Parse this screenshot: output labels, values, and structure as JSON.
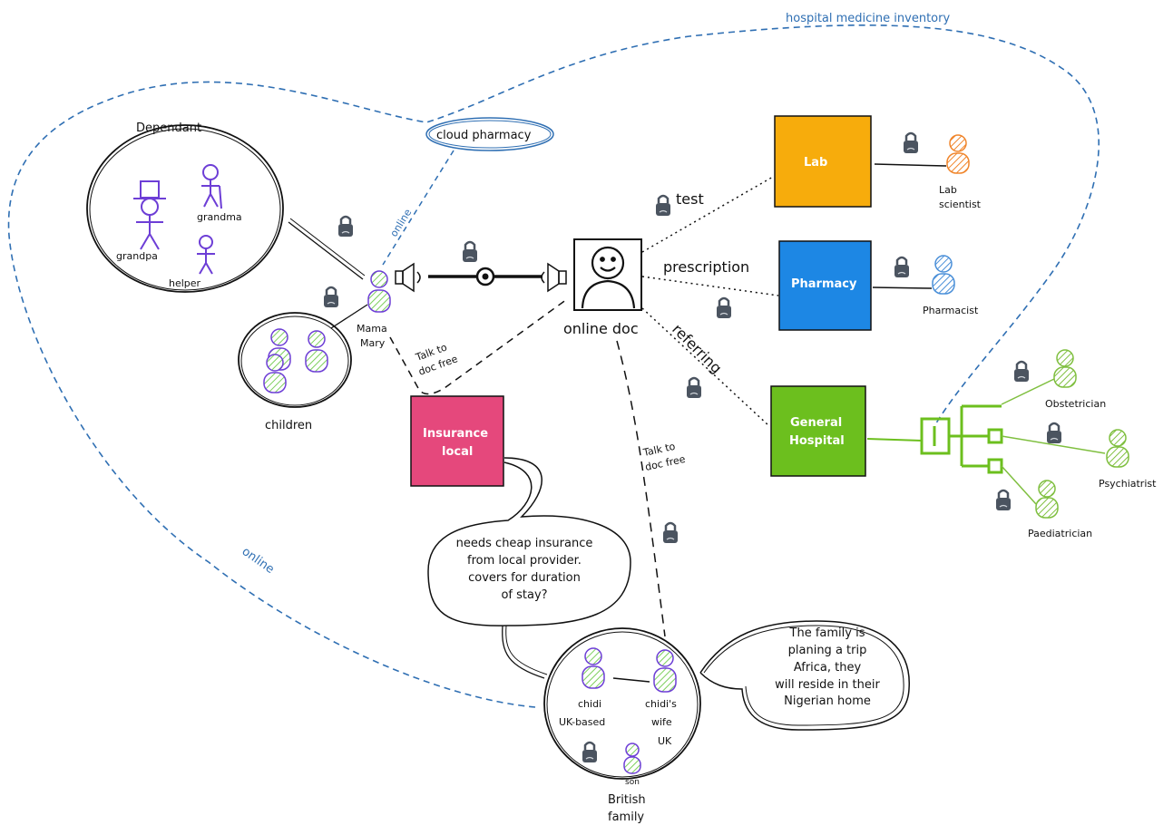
{
  "colors": {
    "lab": "#f7ac0c",
    "pharmacy": "#1d87e4",
    "hospital": "#6cbf1e",
    "insurance": "#e5487c",
    "link_blue": "#2f6fb3",
    "purple": "#6d3ed6",
    "green_person": "#7ccf5c",
    "orange_person": "#f0852b",
    "blue_person": "#4a8fd8"
  },
  "labels": {
    "inventory": "hospital medicine inventory",
    "cloud_pharmacy": "cloud pharmacy",
    "online_top": "online",
    "online_left": "online",
    "dependant": "Dependant",
    "grandpa": "grandpa",
    "grandma": "grandma",
    "helper": "helper",
    "mama_mary_1": "Mama",
    "mama_mary_2": "Mary",
    "children": "children",
    "online_doc": "online doc",
    "talk_free_1a": "Talk to",
    "talk_free_1b": "doc free",
    "talk_free_2a": "Talk to",
    "talk_free_2b": "doc free",
    "test": "test",
    "prescription": "prescription",
    "referring": "referring",
    "lab": "Lab",
    "lab_scientist_1": "Lab",
    "lab_scientist_2": "scientist",
    "pharmacy": "Pharmacy",
    "pharmacist": "Pharmacist",
    "general_hospital_1": "General",
    "general_hospital_2": "Hospital",
    "obstetrician": "Obstetrician",
    "psychiatrist": "Psychiatrist",
    "paediatrician": "Paediatrician",
    "insurance_1": "Insurance",
    "insurance_2": "local",
    "insurance_note": "needs cheap insurance\nfrom local provider.\ncovers for duration\nof stay?",
    "family_note": "The family is\nplaning a trip\nAfrica, they\nwill reside in their\nNigerian home",
    "chidi_1": "chidi",
    "chidi_2": "UK-based",
    "wife_1": "chidi's",
    "wife_2": "wife",
    "wife_3": "UK",
    "son": "son",
    "british_1": "British",
    "british_2": "family"
  },
  "icons": [
    "lock-icon",
    "person-icon",
    "smiley-icon",
    "speaker-icon",
    "tree-structure-icon"
  ]
}
